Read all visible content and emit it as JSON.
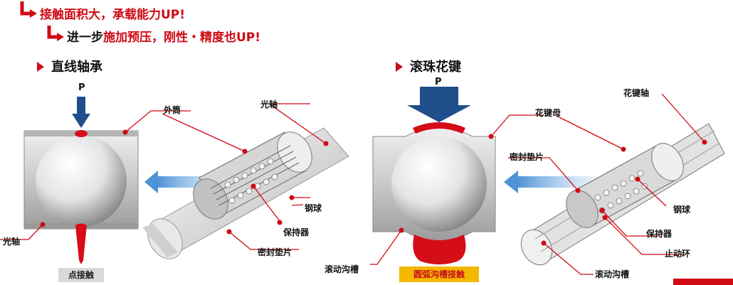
{
  "header": {
    "line1": "接触面积大，承载能力UP!",
    "line2_black": "进一步",
    "line2_red": "施加预压，刚性・精度也UP!"
  },
  "left": {
    "title": "直线轴承",
    "load_label": "P",
    "labels": {
      "outer_cylinder": "外筒",
      "shaft_top": "光轴",
      "shaft_left": "光轴",
      "steel_ball": "钢球",
      "retainer": "保持器",
      "seal": "密封垫片"
    },
    "contact_tag": "点接触"
  },
  "right": {
    "title": "滚珠花键",
    "load_label": "P",
    "labels": {
      "spline_shaft": "花键轴",
      "spline_nut": "花键母",
      "seal": "密封垫片",
      "steel_ball": "钢球",
      "retainer": "保持器",
      "stop_ring": "止动环",
      "raceway_groove_left": "滚动沟槽",
      "raceway_groove_right": "滚动沟槽"
    },
    "contact_tag": "圆弧沟槽接触"
  },
  "colors": {
    "accent_red": "#cf0a14",
    "arrow_navy": "#1f4f8a",
    "arrow_blue": "#4f93d6",
    "tag_yellow": "#f5b800",
    "tag_gray": "#d9d9d9"
  }
}
